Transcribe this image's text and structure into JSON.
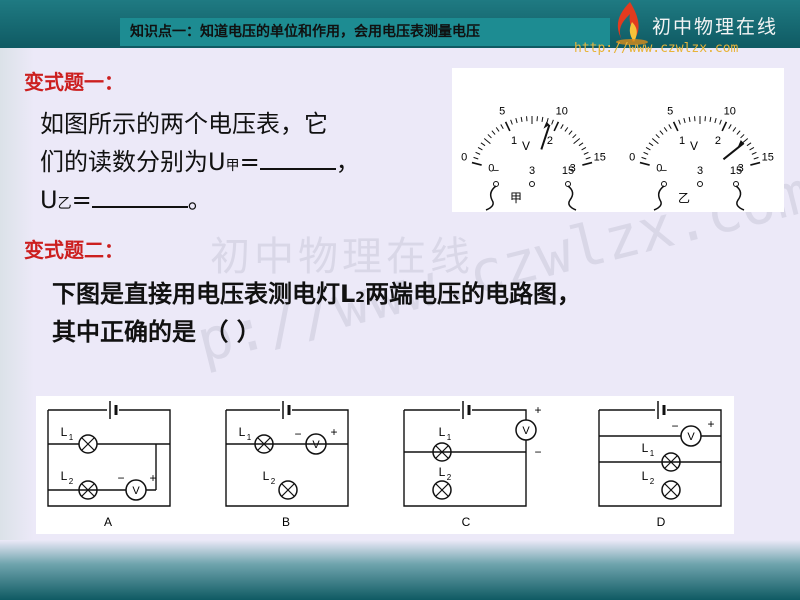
{
  "header": {
    "title": "知识点一：知道电压的单位和作用，会用电压表测量电压"
  },
  "logo": {
    "text": "初中物理在线",
    "url": "http://www.czwlzx.com"
  },
  "watermark": {
    "text": "初中物理在线",
    "url": "p://www.czwlzx.com"
  },
  "q1": {
    "heading": "变式题一：",
    "line1": "如图所示的两个电压表，它",
    "line2a": "们的读数分别为U",
    "line2sub": "甲",
    "line2b": "=",
    "line2end": "，",
    "line3a": "U",
    "line3sub": "乙",
    "line3b": "=",
    "line3end": "。"
  },
  "meters": {
    "scale_outer": [
      "0",
      "5",
      "10",
      "15"
    ],
    "scale_inner": [
      "0",
      "1",
      "2",
      "3"
    ],
    "unit": "V",
    "terminals": [
      "−",
      "3",
      "15"
    ],
    "left_label": "甲",
    "right_label": "乙"
  },
  "q2": {
    "heading": "变式题二：",
    "line1a": "下图是直接用电压表测电灯L",
    "line1sub": "2",
    "line1b": "两端电压的电路图，",
    "line2": "其中正确的是 （      ）"
  },
  "circuits": {
    "labels": [
      "A",
      "B",
      "C",
      "D"
    ],
    "lamp1": "L1",
    "lamp2": "L2",
    "meter": "V",
    "plus": "+",
    "minus": "−"
  }
}
